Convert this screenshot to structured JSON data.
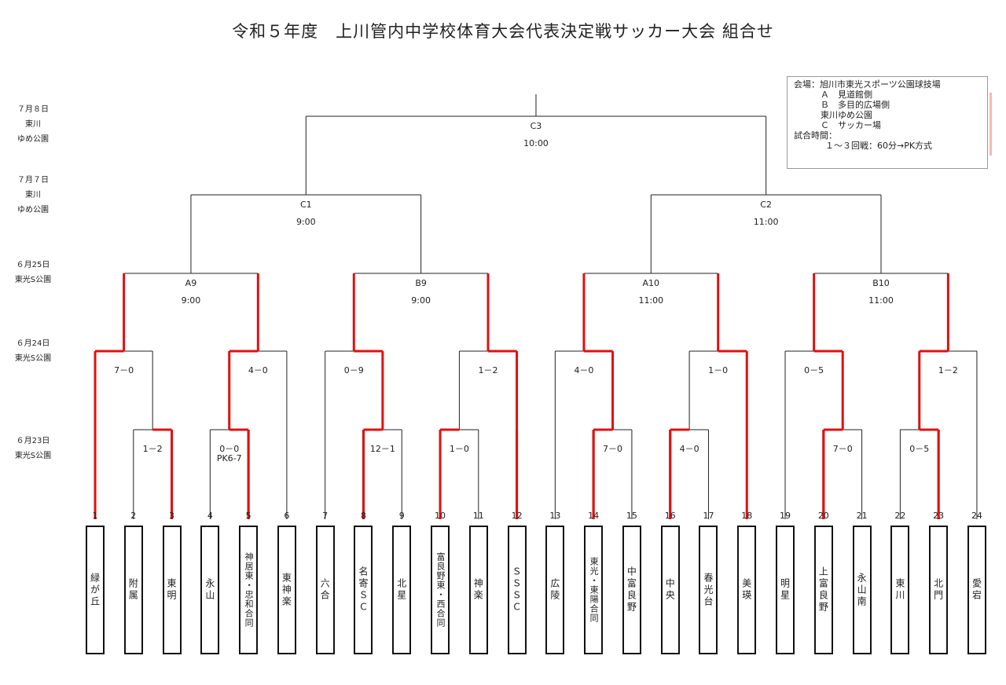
{
  "title": "令和５年度　上川管内中学校体育大会代表決定戦サッカー大会 組合せ",
  "colors": {
    "win_line": "#e01010",
    "line": "#222222"
  },
  "days": [
    {
      "date": "７月８日",
      "place1": "東川",
      "place2": "ゆめ公園"
    },
    {
      "date": "７月７日",
      "place1": "東川",
      "place2": "ゆめ公園"
    },
    {
      "date": "６月25日",
      "place1": "東光S公園",
      "place2": ""
    },
    {
      "date": "６月24日",
      "place1": "東光S公園",
      "place2": ""
    },
    {
      "date": "６月23日",
      "place1": "東光S公園",
      "place2": ""
    }
  ],
  "info": {
    "venue_heading": "会場：旭川市東光スポーツ公園球技場",
    "venue_a": "Ａ　見道館側",
    "venue_b": "Ｂ　多目的広場側",
    "venue_2": "東川ゆめ公園",
    "venue_c": "Ｃ　サッカー場",
    "time_heading": "試合時間：",
    "time_rule": "１～３回戦：60分→PK方式"
  },
  "teams": [
    {
      "no": "1",
      "name": "緑が丘"
    },
    {
      "no": "2",
      "name": "附属"
    },
    {
      "no": "3",
      "name": "東明"
    },
    {
      "no": "4",
      "name": "永山"
    },
    {
      "no": "5",
      "name": "神居東・忠和合同"
    },
    {
      "no": "6",
      "name": "東神楽"
    },
    {
      "no": "7",
      "name": "六合"
    },
    {
      "no": "8",
      "name": "名寄ＳＣ"
    },
    {
      "no": "9",
      "name": "北星"
    },
    {
      "no": "10",
      "name": "富良野東・西合同"
    },
    {
      "no": "11",
      "name": "神楽"
    },
    {
      "no": "12",
      "name": "ＳＳＳＣ"
    },
    {
      "no": "13",
      "name": "広陵"
    },
    {
      "no": "14",
      "name": "東光・東陽合同"
    },
    {
      "no": "15",
      "name": "中富良野"
    },
    {
      "no": "16",
      "name": "中央"
    },
    {
      "no": "17",
      "name": "春光台"
    },
    {
      "no": "18",
      "name": "美瑛"
    },
    {
      "no": "19",
      "name": "明星"
    },
    {
      "no": "20",
      "name": "上富良野"
    },
    {
      "no": "21",
      "name": "永山南"
    },
    {
      "no": "22",
      "name": "東川"
    },
    {
      "no": "23",
      "name": "北門"
    },
    {
      "no": "24",
      "name": "愛宕"
    }
  ],
  "round1": [
    {
      "score": "1－2",
      "score2": ""
    },
    {
      "score": "0－0",
      "score2": "PK6-7"
    },
    {
      "score": "12－1",
      "score2": ""
    },
    {
      "score": "1－0",
      "score2": ""
    },
    {
      "score": "7－0",
      "score2": ""
    },
    {
      "score": "4－0",
      "score2": ""
    },
    {
      "score": "7－0",
      "score2": ""
    },
    {
      "score": "0－5",
      "score2": ""
    }
  ],
  "round2": [
    {
      "score": "7－0"
    },
    {
      "score": "4－0"
    },
    {
      "score": "0－9"
    },
    {
      "score": "1－2"
    },
    {
      "score": "4－0"
    },
    {
      "score": "1－0"
    },
    {
      "score": "0－5"
    },
    {
      "score": "1－2"
    }
  ],
  "round3": [
    {
      "code": "A9",
      "time": "9:00"
    },
    {
      "code": "B9",
      "time": "9:00"
    },
    {
      "code": "A10",
      "time": "11:00"
    },
    {
      "code": "B10",
      "time": "11:00"
    }
  ],
  "semis": [
    {
      "code": "C1",
      "time": "9:00"
    },
    {
      "code": "C2",
      "time": "11:00"
    }
  ],
  "final": {
    "code": "C3",
    "time": "10:00"
  }
}
